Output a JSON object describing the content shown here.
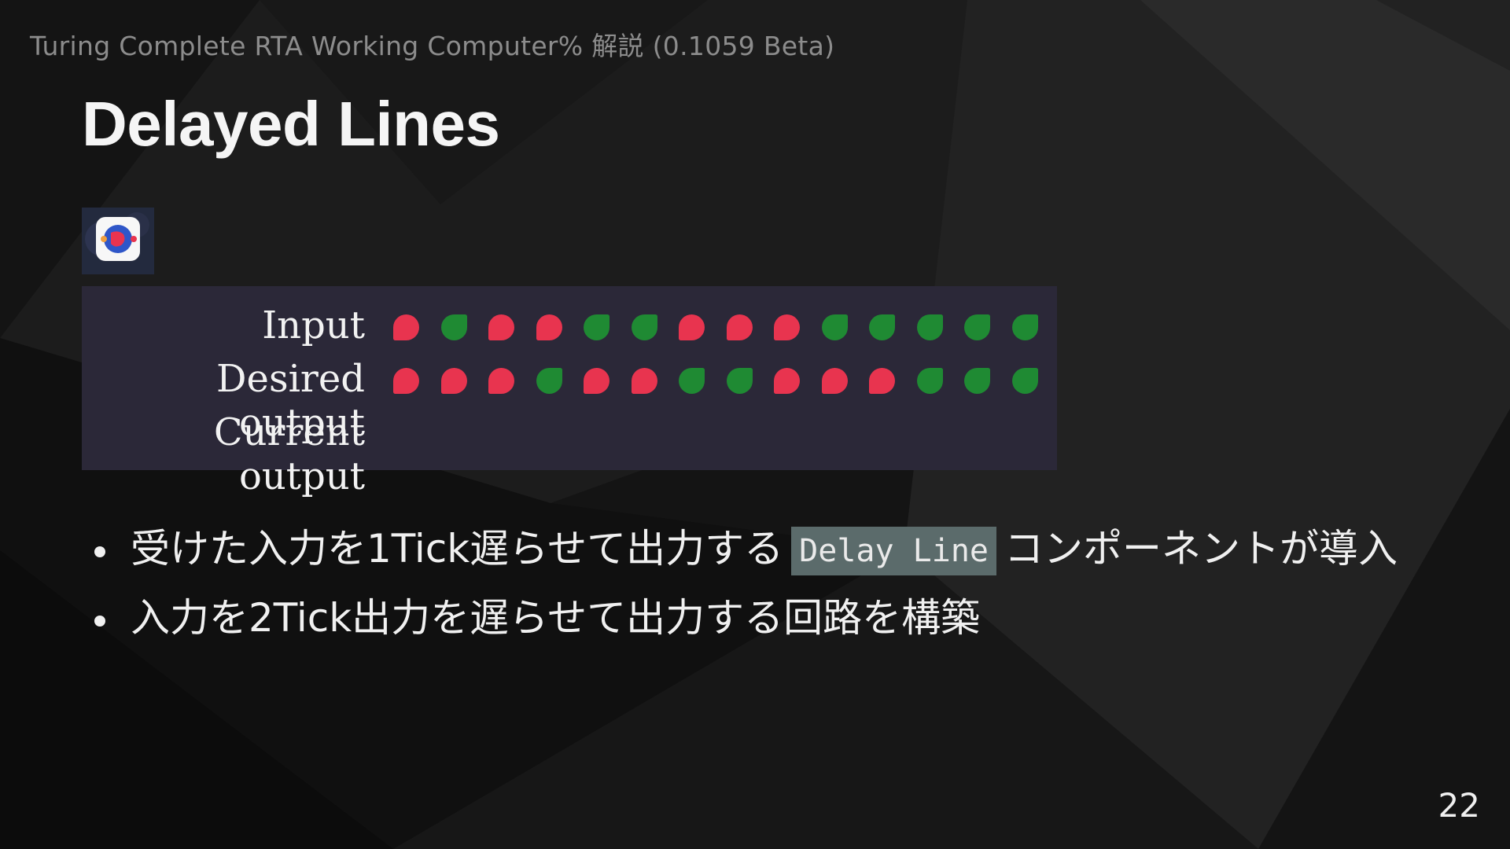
{
  "header": {
    "text": "Turing Complete RTA Working Computer% 解説 (0.1059 Beta)"
  },
  "slide": {
    "title": "Delayed Lines",
    "page_number": "22"
  },
  "component_icon": "delay-line-component-icon",
  "panel": {
    "rows": [
      {
        "label": "Input",
        "dots": [
          "red",
          "green",
          "red",
          "red",
          "green",
          "green",
          "red",
          "red",
          "red",
          "green",
          "green",
          "green",
          "green",
          "green"
        ]
      },
      {
        "label": "Desired output",
        "dots": [
          "red",
          "red",
          "red",
          "green",
          "red",
          "red",
          "green",
          "green",
          "red",
          "red",
          "red",
          "green",
          "green",
          "green"
        ]
      },
      {
        "label": "Current output",
        "dots": []
      }
    ],
    "colors": {
      "red": "#e8344f",
      "green": "#1f8a33"
    }
  },
  "bullets": {
    "item1": {
      "before": "受けた入力を1Tick遅らせて出力する",
      "code": "Delay Line",
      "after": "コンポーネントが導入"
    },
    "item2": {
      "text": "入力を2Tick出力を遅らせて出力する回路を構築"
    }
  }
}
